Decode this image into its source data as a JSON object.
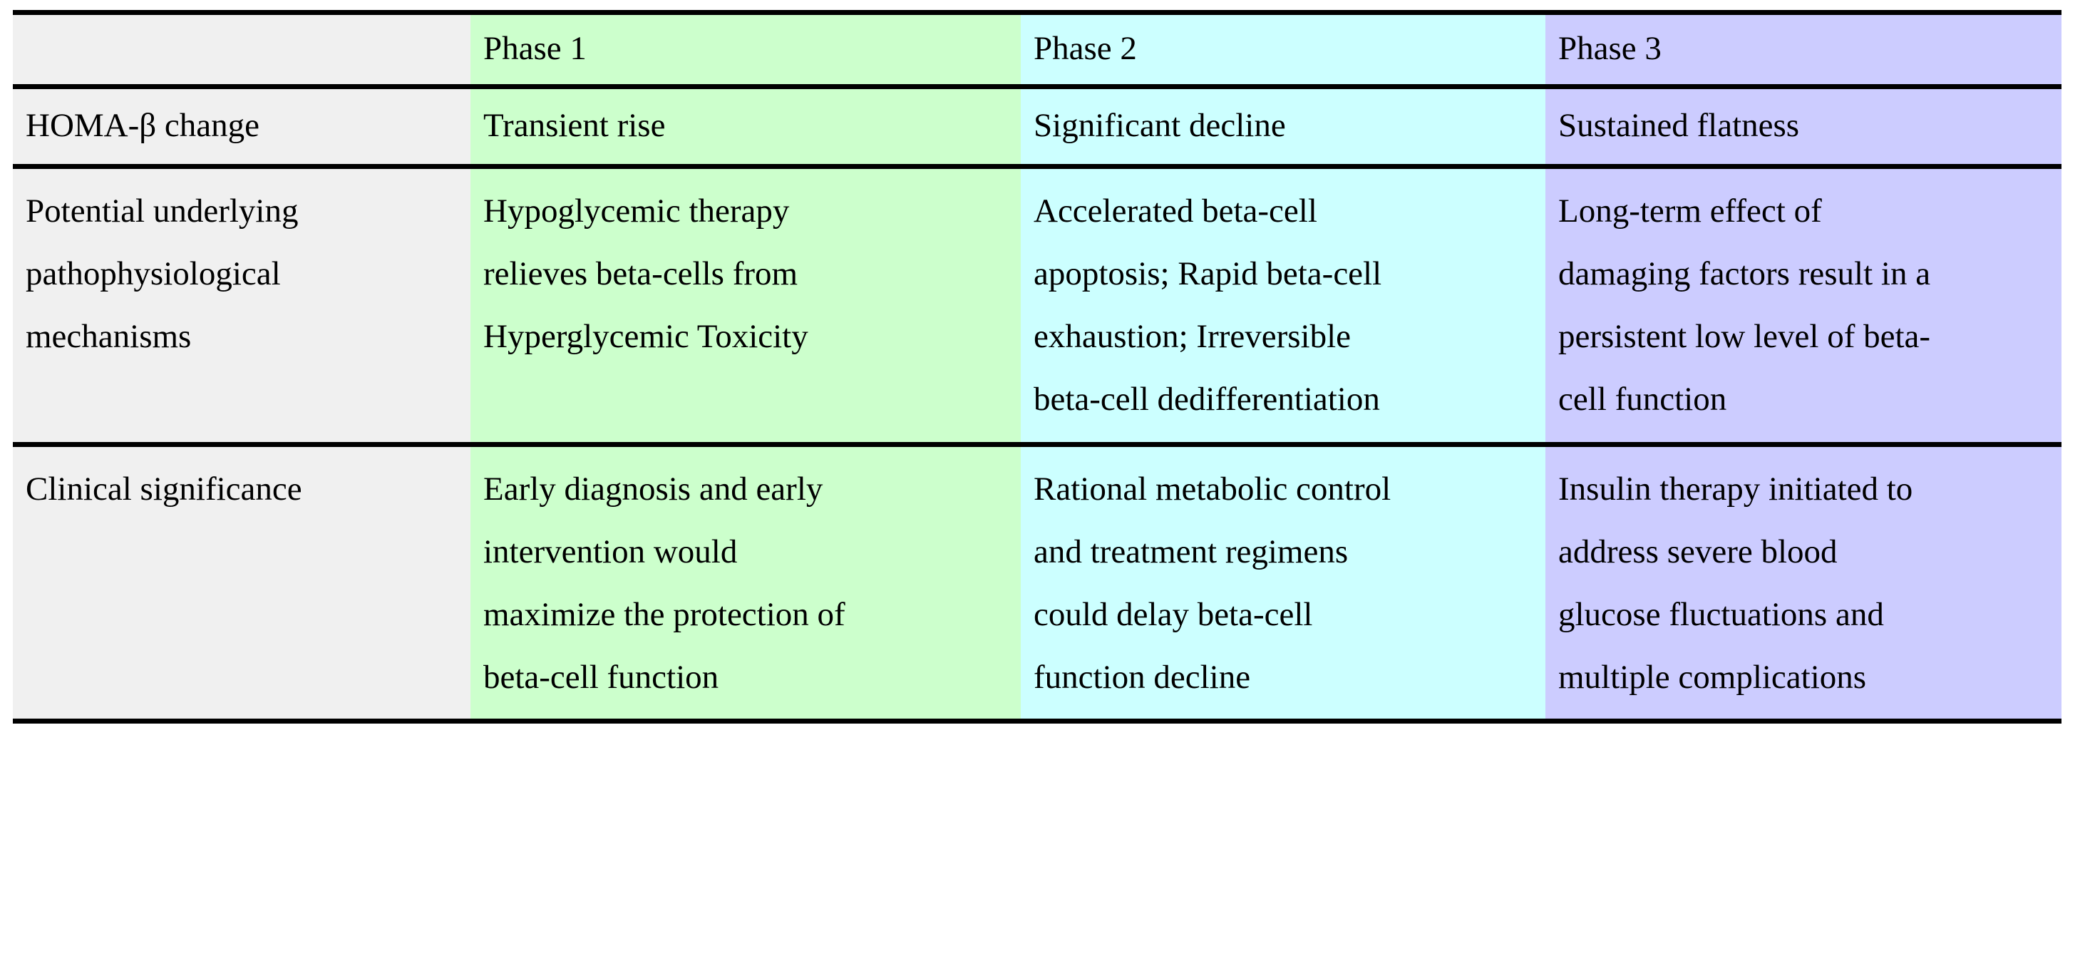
{
  "table": {
    "columns": [
      {
        "key": "label",
        "header": "",
        "bg": "#F0F0F0"
      },
      {
        "key": "phase1",
        "header": "Phase 1",
        "bg": "#CCFFCC"
      },
      {
        "key": "phase2",
        "header": "Phase 2",
        "bg": "#CCFFFF"
      },
      {
        "key": "phase3",
        "header": "Phase 3",
        "bg": "#CCCCFF"
      }
    ],
    "rows": [
      {
        "label": [
          "HOMA-β change"
        ],
        "phase1": [
          "Transient rise"
        ],
        "phase2": [
          "Significant decline"
        ],
        "phase3": [
          "Sustained flatness"
        ]
      },
      {
        "label": [
          "Potential underlying",
          "pathophysiological",
          "mechanisms"
        ],
        "phase1": [
          "Hypoglycemic therapy",
          "relieves beta-cells from",
          "Hyperglycemic Toxicity"
        ],
        "phase2": [
          "Accelerated beta-cell",
          "apoptosis; Rapid beta-cell",
          "exhaustion; Irreversible",
          "beta-cell dedifferentiation"
        ],
        "phase3": [
          "Long-term effect of",
          "damaging factors result in a",
          "persistent low level of beta-",
          "cell function"
        ]
      },
      {
        "label": [
          "Clinical significance"
        ],
        "phase1": [
          "Early diagnosis and early",
          "intervention would",
          "maximize the protection of",
          "beta-cell function"
        ],
        "phase2": [
          "Rational metabolic control",
          "and treatment regimens",
          "could delay beta-cell",
          "function decline"
        ],
        "phase3": [
          "Insulin therapy initiated to",
          "address severe blood",
          "glucose fluctuations and",
          "multiple complications"
        ]
      }
    ]
  },
  "style": {
    "rule_color": "#000000",
    "text_color": "#000000",
    "page_background": "#FFFFFF"
  }
}
